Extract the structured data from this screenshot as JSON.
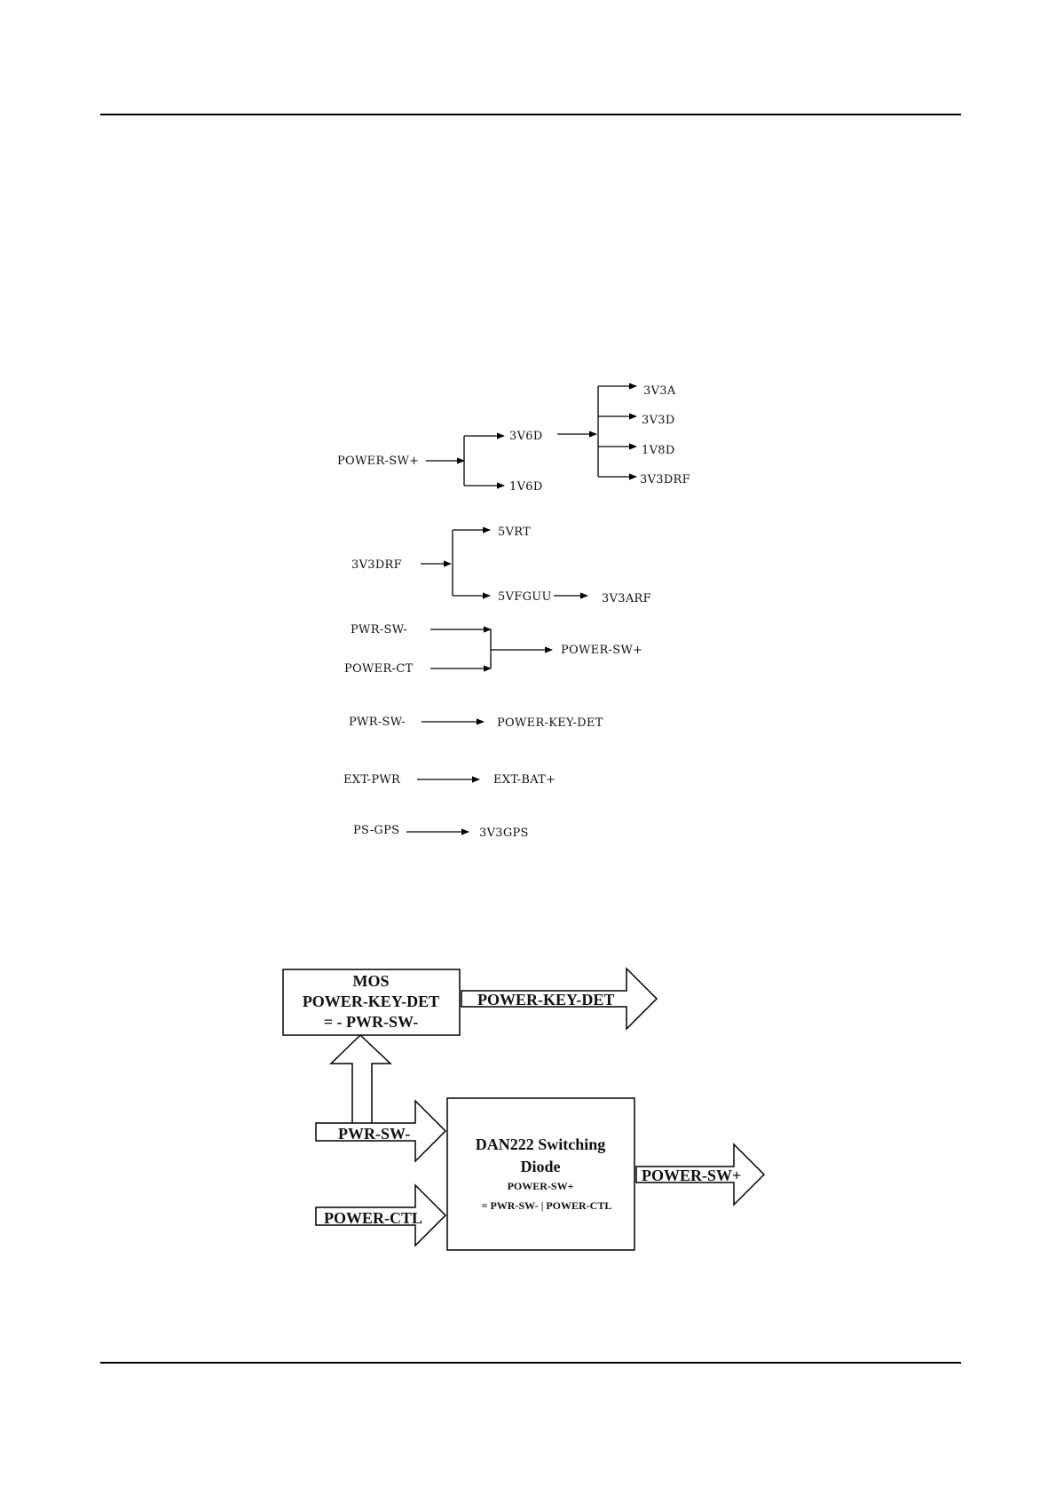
{
  "tree1": {
    "source": "POWER-SW+",
    "mid": [
      "3V6D",
      "1V6D"
    ],
    "outputs": [
      "3V3A",
      "3V3D",
      "1V8D",
      "3V3DRF"
    ]
  },
  "tree2": {
    "source": "3V3DRF",
    "outputs": [
      "5VRT",
      "5VFGUU"
    ],
    "chain": "3V3ARF"
  },
  "tree3": {
    "inputs": [
      "PWR-SW-",
      "POWER-CT"
    ],
    "output": "POWER-SW+"
  },
  "links": [
    {
      "from": "PWR-SW-",
      "to": "POWER-KEY-DET"
    },
    {
      "from": "EXT-PWR",
      "to": "EXT-BAT+"
    },
    {
      "from": "PS-GPS",
      "to": "3V3GPS"
    }
  ],
  "block": {
    "mos_box": [
      "MOS",
      "POWER-KEY-DET",
      "= - PWR-SW-"
    ],
    "key_det_arrow": "POWER-KEY-DET",
    "pwr_sw_arrow": "PWR-SW-",
    "power_ctl_arrow": "POWER-CTL",
    "diode_title": [
      "DAN222 Switching",
      "Diode"
    ],
    "diode_formula": [
      "POWER-SW+",
      "= PWR-SW- | POWER-CTL"
    ],
    "out_arrow": "POWER-SW+"
  }
}
